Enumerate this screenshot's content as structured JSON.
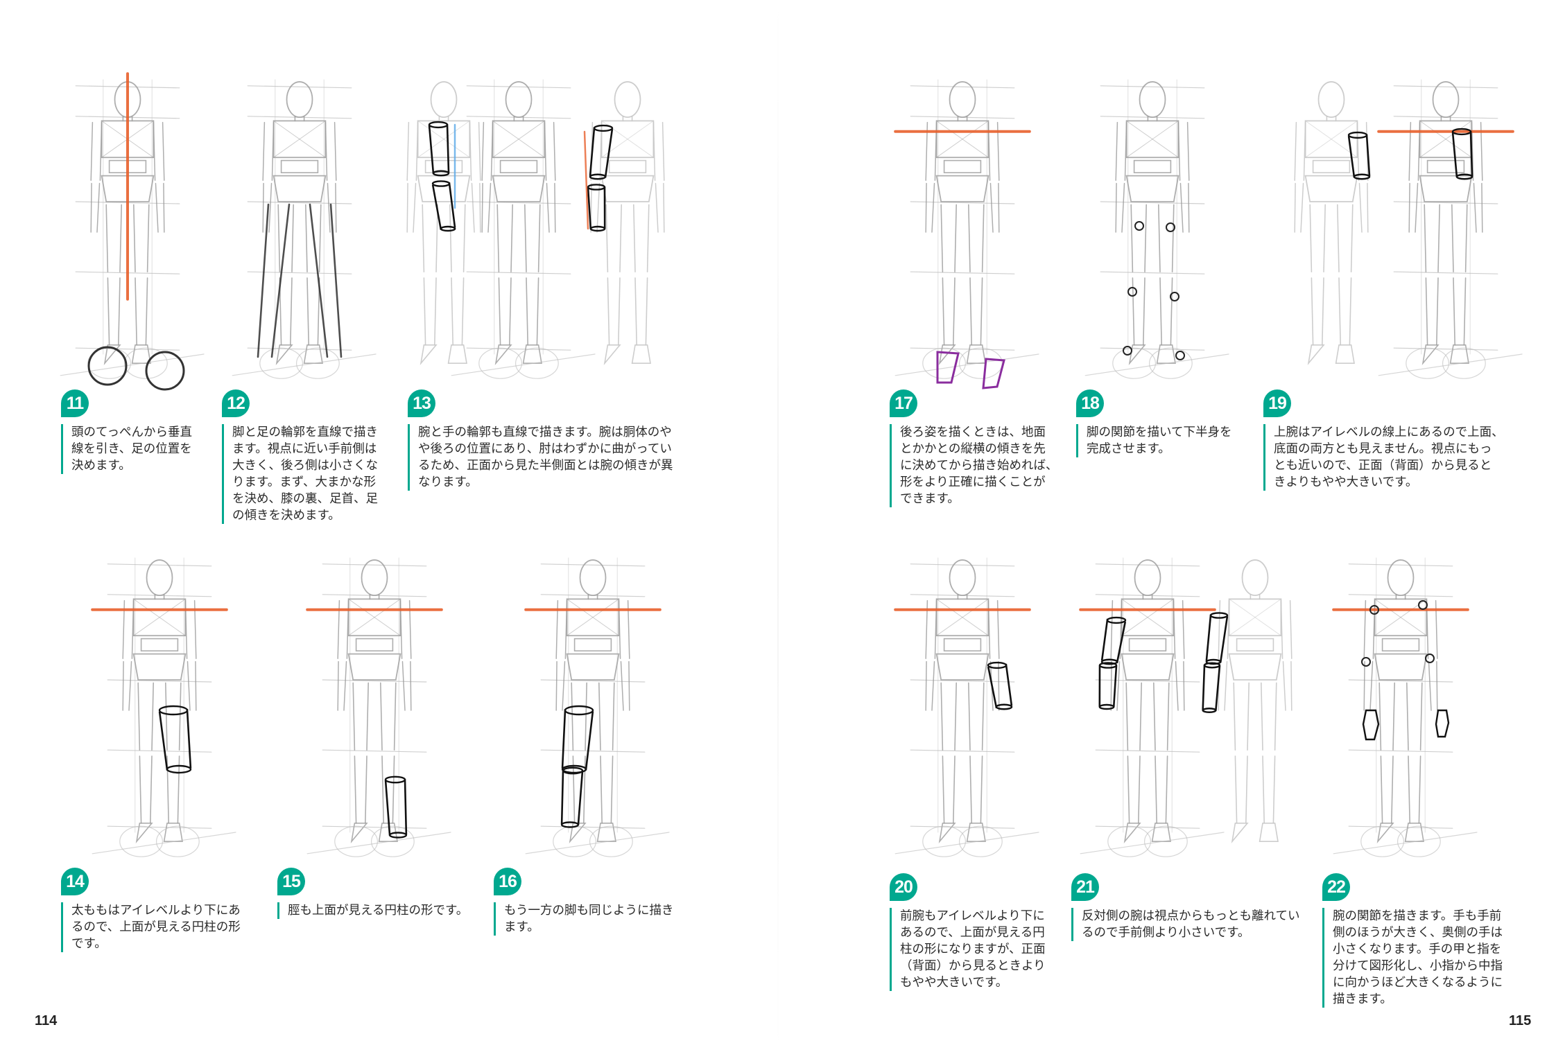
{
  "page_numbers": {
    "left": "114",
    "right": "115"
  },
  "colors": {
    "accent": "#00a88f",
    "guide_line": "#e8602c",
    "sketch": "#9a9a9a",
    "highlight_purple": "#8a2d9e",
    "arrow_blue": "#5aa8e8"
  },
  "steps": [
    {
      "number": "11",
      "lines": [
        "頭のてっぺんから垂直",
        "線を引き、足の位置を",
        "決めます。"
      ]
    },
    {
      "number": "12",
      "lines": [
        "脚と足の輪郭を直線で描き",
        "ます。視点に近い手前側は",
        "大きく、後ろ側は小さくな",
        "ります。まず、大まかな形",
        "を決め、膝の裏、足首、足",
        "の傾きを決めます。"
      ]
    },
    {
      "number": "13",
      "lines": [
        "腕と手の輪郭も直線で描きます。腕は胴体のや",
        "や後ろの位置にあり、肘はわずかに曲がってい",
        "るため、正面から見た半側面とは腕の傾きが異",
        "なります。"
      ]
    },
    {
      "number": "14",
      "lines": [
        "太ももはアイレベルより下にあ",
        "るので、上面が見える円柱の形",
        "です。"
      ]
    },
    {
      "number": "15",
      "lines": [
        "脛も上面が見える円柱の形です。"
      ]
    },
    {
      "number": "16",
      "lines": [
        "もう一方の脚も同じように描き",
        "ます。"
      ]
    },
    {
      "number": "17",
      "lines": [
        "後ろ姿を描くときは、地面",
        "とかかとの縦横の傾きを先",
        "に決めてから描き始めれば、",
        "形をより正確に描くことが",
        "できます。"
      ]
    },
    {
      "number": "18",
      "lines": [
        "脚の関節を描いて下半身を",
        "完成させます。"
      ]
    },
    {
      "number": "19",
      "lines": [
        "上腕はアイレベルの線上にあるので上面、",
        "底面の両方とも見えません。視点にもっ",
        "とも近いので、正面（背面）から見ると",
        "きよりもやや大きいです。"
      ]
    },
    {
      "number": "20",
      "lines": [
        "前腕もアイレベルより下に",
        "あるので、上面が見える円",
        "柱の形になりますが、正面",
        "（背面）から見るときより",
        "もやや大きいです。"
      ]
    },
    {
      "number": "21",
      "lines": [
        "反対側の腕は視点からもっとも離れてい",
        "るので手前側より小さいです。"
      ]
    },
    {
      "number": "22",
      "lines": [
        "腕の関節を描きます。手も手前",
        "側のほうが大きく、奥側の手は",
        "小さくなります。手の甲と指を",
        "分けて図形化し、小指から中指",
        "に向かうほど大きくなるように",
        "描きます。"
      ]
    }
  ]
}
